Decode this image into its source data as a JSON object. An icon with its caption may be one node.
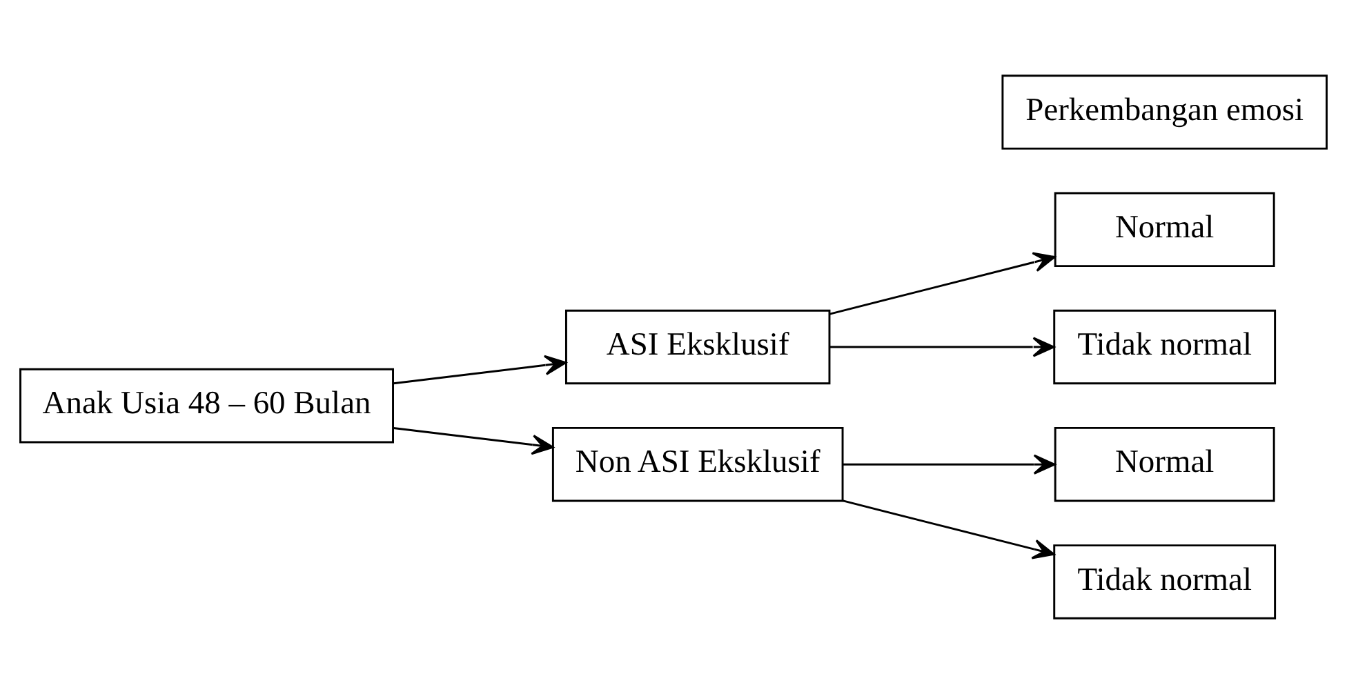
{
  "diagram": {
    "nodes": [
      {
        "text": [
          "Anak Usia 48 – 60 Bulan"
        ]
      },
      {
        "text": [
          "ASI Eksklusif"
        ]
      },
      {
        "text": [
          "Non ASI Eksklusif"
        ]
      },
      {
        "text": [
          "Perkembangan emosi"
        ]
      },
      {
        "text": [
          "Normal"
        ]
      },
      {
        "text": [
          "Tidak normal"
        ]
      },
      {
        "text": [
          "Normal"
        ]
      },
      {
        "text": [
          "Tidak normal"
        ]
      }
    ],
    "edges": [
      {
        "from": 0,
        "to": 1,
        "arrow": "to"
      },
      {
        "from": 0,
        "to": 2,
        "arrow": "to"
      },
      {
        "from": 1,
        "to": 4,
        "arrow": "to"
      },
      {
        "from": 1,
        "to": 5,
        "arrow": "to"
      },
      {
        "from": 2,
        "to": 6,
        "arrow": "to"
      },
      {
        "from": 2,
        "to": 7,
        "arrow": "to"
      }
    ]
  }
}
